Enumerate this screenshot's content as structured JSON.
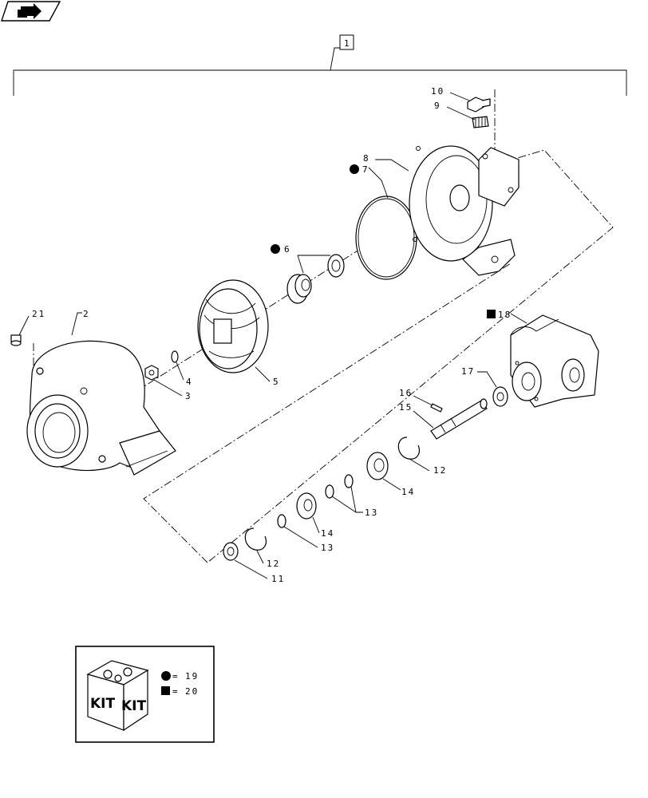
{
  "callouts": {
    "c1": "1",
    "c2": "2",
    "c3": "3",
    "c4": "4",
    "c5": "5",
    "c6": "6",
    "c7": "7",
    "c8": "8",
    "c9": "9",
    "c10": "10",
    "c11": "11",
    "c12a": "12",
    "c12b": "12",
    "c13a": "13",
    "c13b": "13",
    "c14a": "14",
    "c14b": "14",
    "c15": "15",
    "c16": "16",
    "c17": "17",
    "c18": "18",
    "c21": "21"
  },
  "kit_legend": {
    "kit_word_left": "KIT",
    "kit_word_right": "KIT",
    "circle_value": "19",
    "square_value": "20",
    "equals": "="
  },
  "icons": {
    "nav": "back-arrow-icon",
    "kit_box": "kit-box-icon",
    "circle_marker": "filled-circle-icon",
    "square_marker": "filled-square-icon"
  },
  "colors": {
    "line": "#000000",
    "background": "#ffffff"
  }
}
